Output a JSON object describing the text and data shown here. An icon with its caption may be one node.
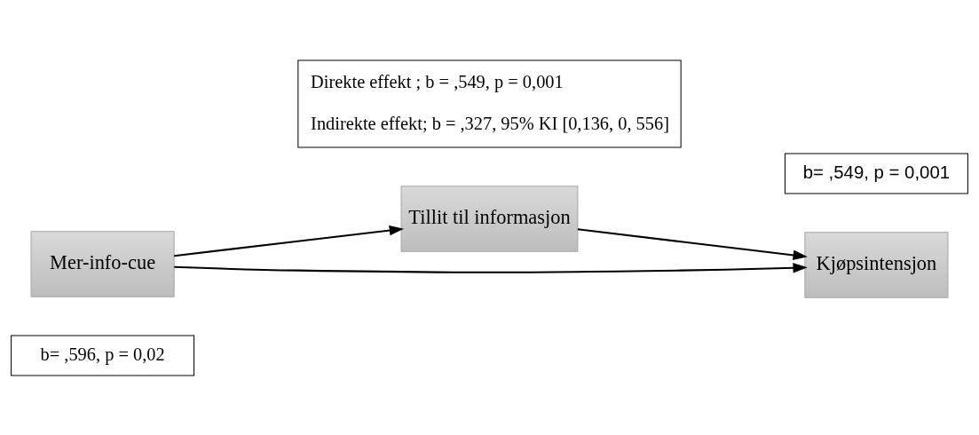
{
  "diagram": {
    "nodes": [
      {
        "text": [
          "b= ,596, p = 0,02"
        ]
      },
      {
        "text": [
          "Tillit til informasjon"
        ]
      },
      {
        "text": [
          "b= ,549, p = 0,001"
        ]
      },
      {
        "text": [
          "Mer-info-cue"
        ]
      },
      {
        "text": [
          "Kjøpsintensjon"
        ]
      },
      {
        "text": [
          "Direkte effekt ; b = ,549, p = 0,001",
          "Indirekte effekt; b = ,327, 95% KI [0,136, 0, 556]"
        ]
      }
    ],
    "edges": [
      {
        "from": 3,
        "to": 1,
        "arrow": "to"
      },
      {
        "from": 1,
        "to": 4,
        "arrow": "to"
      },
      {
        "from": 3,
        "to": 4,
        "arrow": "to"
      }
    ]
  }
}
